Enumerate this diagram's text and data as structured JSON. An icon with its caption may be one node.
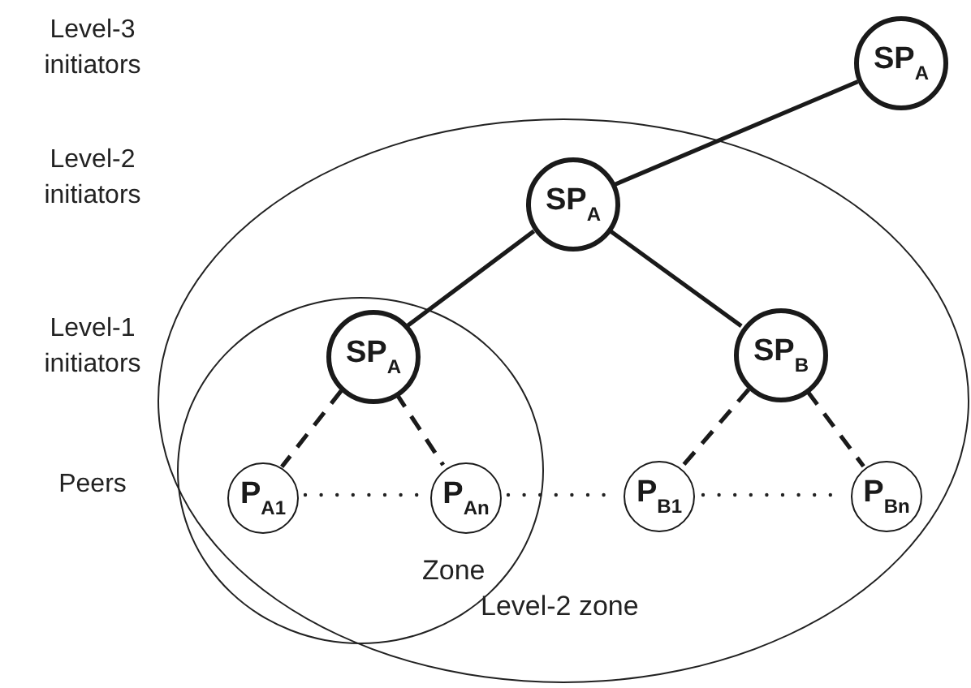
{
  "diagram": {
    "nodes": [
      {
        "text": [
          "SP$_{A}$"
        ]
      },
      {
        "text": [
          "Level-2 zone"
        ]
      },
      {
        "text": [
          "SP$_{A}$"
        ],
        "in": 1
      },
      {
        "text": [
          "Zone"
        ],
        "in": 1
      },
      {
        "text": [
          "SP$_{A}$"
        ],
        "in": 3
      },
      {
        "text": [
          "SP$_{B}$"
        ],
        "in": 1
      },
      {
        "text": [
          "P$_{A1}$"
        ],
        "in": 3
      },
      {
        "text": [
          "P$_{An}$"
        ],
        "in": 3
      },
      {
        "text": [
          "P$_{B1}$"
        ],
        "in": 1
      },
      {
        "text": [
          "P$_{Bn}$"
        ],
        "in": 1
      }
    ],
    "edges": [
      {
        "from": 0,
        "to": 2,
        "arrow": "none"
      },
      {
        "from": 2,
        "to": 4,
        "arrow": "none"
      },
      {
        "from": 2,
        "to": 5,
        "arrow": "none"
      },
      {
        "from": 4,
        "to": 6,
        "arrow": "none",
        "style": "dashed"
      },
      {
        "from": 4,
        "to": 7,
        "arrow": "none",
        "style": "dashed"
      },
      {
        "from": 5,
        "to": 8,
        "arrow": "none",
        "style": "dashed"
      },
      {
        "from": 5,
        "to": 9,
        "arrow": "none",
        "style": "dashed"
      }
    ],
    "labels": [
      "Level-3 initiators",
      "Level-2 initiators",
      "Level-1 initiators",
      "Peers"
    ]
  }
}
